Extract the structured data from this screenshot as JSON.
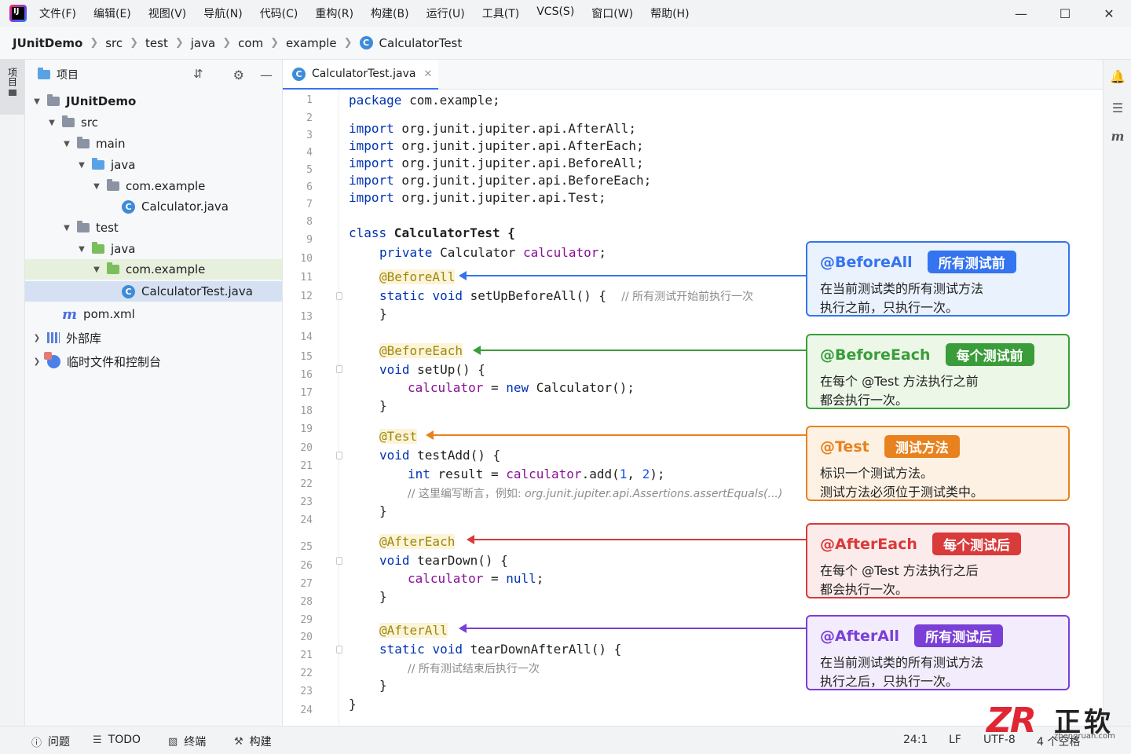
{
  "app": {
    "logo_text": "IJ"
  },
  "menu": [
    "文件(F)",
    "编辑(E)",
    "视图(V)",
    "导航(N)",
    "代码(C)",
    "重构(R)",
    "构建(B)",
    "运行(U)",
    "工具(T)",
    "VCS(S)",
    "窗口(W)",
    "帮助(H)"
  ],
  "breadcrumb": [
    "JUnitDemo",
    "src",
    "test",
    "java",
    "com",
    "example",
    "CalculatorTest"
  ],
  "left_stripe": {
    "tab": "项目"
  },
  "project_panel": {
    "title": "项目",
    "tree": [
      {
        "label": "JUnitDemo",
        "indent": 0,
        "icon": "module-folder-icon",
        "expanded": true,
        "bold": true
      },
      {
        "label": "src",
        "indent": 1,
        "icon": "folder-icon",
        "expanded": true
      },
      {
        "label": "main",
        "indent": 2,
        "icon": "folder-icon",
        "expanded": true
      },
      {
        "label": "java",
        "indent": 3,
        "icon": "source-folder-icon",
        "expanded": true
      },
      {
        "label": "com.example",
        "indent": 4,
        "icon": "package-icon",
        "expanded": true
      },
      {
        "label": "Calculator.java",
        "indent": 5,
        "icon": "class-icon"
      },
      {
        "label": "test",
        "indent": 2,
        "icon": "folder-icon",
        "expanded": true
      },
      {
        "label": "java",
        "indent": 3,
        "icon": "test-folder-icon",
        "expanded": true
      },
      {
        "label": "com.example",
        "indent": 4,
        "icon": "test-package-icon",
        "expanded": true,
        "highlight": "light"
      },
      {
        "label": "CalculatorTest.java",
        "indent": 5,
        "icon": "class-icon",
        "highlight": "selected"
      },
      {
        "label": "pom.xml",
        "indent": 1,
        "icon": "maven-icon"
      },
      {
        "label": "外部库",
        "indent": 0,
        "icon": "library-icon",
        "collapsed": true
      },
      {
        "label": "临时文件和控制台",
        "indent": 0,
        "icon": "scratch-icon",
        "collapsed": true
      }
    ]
  },
  "editor": {
    "tab_label": "CalculatorTest.java",
    "line_numbers": [
      "1",
      "2",
      "3",
      "4",
      "5",
      "6",
      "7",
      "8",
      "9",
      "10",
      "11",
      "12",
      "13",
      "14",
      "15",
      "16",
      "17",
      "18",
      "19",
      "20",
      "21",
      "22",
      "23",
      "24",
      "25",
      "26",
      "27",
      "28",
      "29",
      "20",
      "21",
      "22",
      "23",
      "24"
    ]
  },
  "callouts": [
    {
      "annotation": "@BeforeAll",
      "badge": "所有测试前",
      "desc1": "在当前测试类的所有测试方法",
      "desc2": "执行之前，只执行一次。",
      "color": "#3574f0",
      "bg": "#eaf2fd"
    },
    {
      "annotation": "@BeforeEach",
      "badge": "每个测试前",
      "desc1": "在每个 @Test 方法执行之前",
      "desc2": "都会执行一次。",
      "color": "#3a9d3a",
      "bg": "#ecf7e8"
    },
    {
      "annotation": "@Test",
      "badge": "测试方法",
      "desc1": "标识一个测试方法。",
      "desc2": "测试方法必须位于测试类中。",
      "color": "#e8821e",
      "bg": "#fdf1e3"
    },
    {
      "annotation": "@AfterEach",
      "badge": "每个测试后",
      "desc1": "在每个 @Test 方法执行之后",
      "desc2": "都会执行一次。",
      "color": "#d93a3a",
      "bg": "#fcebeb"
    },
    {
      "annotation": "@AfterAll",
      "badge": "所有测试后",
      "desc1": "在当前测试类的所有测试方法",
      "desc2": "执行之后，只执行一次。",
      "color": "#7a3fd6",
      "bg": "#f2ecfc"
    }
  ],
  "code": {
    "l1_kw": "package",
    "l1_rest": " com.example;",
    "import_kw": "import",
    "imports": [
      " org.junit.jupiter.api.AfterAll;",
      " org.junit.jupiter.api.AfterEach;",
      " org.junit.jupiter.api.BeforeAll;",
      " org.junit.jupiter.api.BeforeEach;",
      " org.junit.jupiter.api.Test;"
    ],
    "class_kw": "class",
    "class_rest": " CalculatorTest {",
    "private_kw": "private",
    "calc_type": " Calculator ",
    "calc_field": "calculator",
    "semi": ";",
    "ann_before_all": "@BeforeAll",
    "static_kw": "static",
    "void_kw": "void",
    "setup_all_sig": " setUpBeforeAll() { ",
    "setup_all_cmt": "// 所有测试开始前执行一次",
    "close": "}",
    "ann_before_each": "@BeforeEach",
    "setup_sig": " setUp() {",
    "assign_new": " = ",
    "new_kw": "new",
    "new_rest": " Calculator();",
    "ann_test": "@Test",
    "test_sig": " testAdd() {",
    "int_kw": "int",
    "result_decl": " result = ",
    "add_call": ".add(",
    "n1": "1",
    "comma": ", ",
    "n2": "2",
    "add_end": ");",
    "test_cmt": "// 这里编写断言，例如: ",
    "test_cmt_it": "org.junit.jupiter.api.Assertions.assertEquals(...)",
    "ann_after_each": "@AfterEach",
    "teardown_sig": " tearDown() {",
    "null_kw": "null",
    "ann_after_all": "@AfterAll",
    "teardown_all_sig": " tearDownAfterAll() {",
    "teardown_all_cmt": "// 所有测试结束后执行一次"
  },
  "statusbar": {
    "problems": "问题",
    "todo": "TODO",
    "terminal": "终端",
    "build": "构建",
    "position": "24:1",
    "line_sep": "LF",
    "encoding": "UTF-8",
    "indent": "4 个空格"
  },
  "watermark": {
    "logo": "ZR",
    "text": "正软",
    "url": "zhengruan.com"
  }
}
